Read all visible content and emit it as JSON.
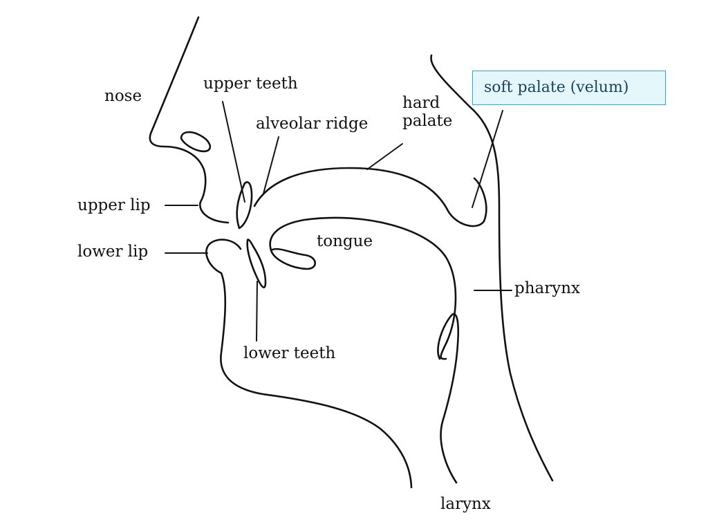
{
  "labels": {
    "nose": "nose",
    "upper_teeth": "upper teeth",
    "alveolar_ridge": "alveolar ridge",
    "hard_palate_line1": "hard",
    "hard_palate_line2": "palate",
    "soft_palate": "soft palate (velum)",
    "upper_lip": "upper lip",
    "lower_lip": "lower lip",
    "tongue": "tongue",
    "pharynx": "pharynx",
    "lower_teeth": "lower teeth",
    "larynx": "larynx"
  },
  "colors": {
    "outline": "#111111",
    "highlight_fill": "#e4f8fb",
    "highlight_border": "#2aaac6",
    "highlight_text": "#1b3f5f"
  }
}
